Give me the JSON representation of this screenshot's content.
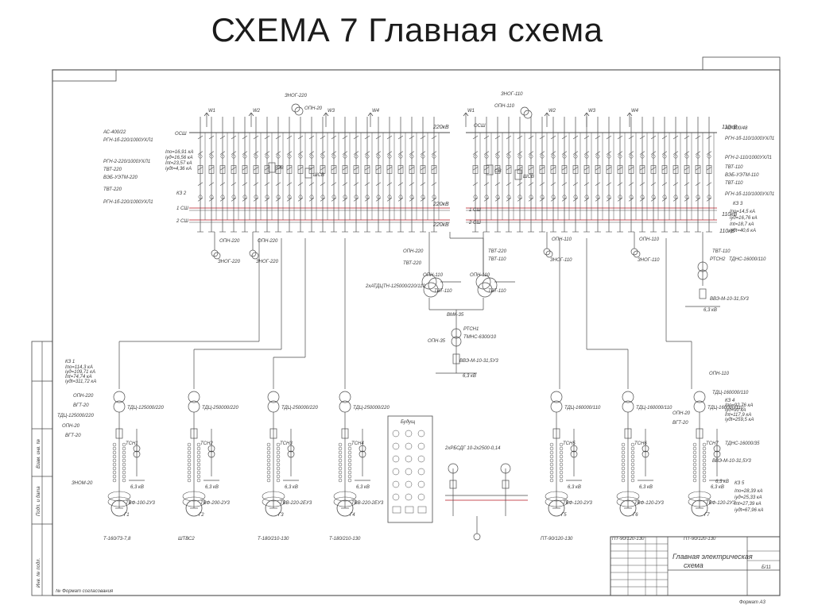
{
  "slide": {
    "title": "СХЕМА 7 Главная схема"
  },
  "colors": {
    "line": "#4a4a4a",
    "bus_red": "#c8505a",
    "bg": "#ffffff"
  },
  "left_switchyard": {
    "lines": [
      "W1",
      "W2",
      "W3",
      "W4"
    ],
    "bus_labels": [
      "220кВ",
      "220кВ",
      "220кВ"
    ],
    "section_labels": [
      "ОСШ",
      "1 СШ",
      "2 СШ"
    ],
    "side_labels": [
      "АС-400/22",
      "РГН-1б-220/1000УХЛ1",
      "РГН-2-220/1000УХЛ1",
      "ТВТ-220",
      "ВЭБ-УЭТМ-220",
      "ТВТ-220",
      "РГН-1б-220/1000УХЛ1"
    ],
    "kz": [
      "Iпо=16,91 кА",
      "iуд=16,56 кА",
      "Iпt=23,57 кА",
      "iудt=4,36 кА",
      "КЗ 2"
    ],
    "top_equipment": [
      "ЗНОГ-220",
      "ОПН-20"
    ],
    "breakers": [
      "ОВ",
      "ШСВ"
    ],
    "bottom_equipment": [
      "ОПН-220",
      "ОПН-220",
      "ЗНОГ-220",
      "ЗНОГ-220"
    ]
  },
  "right_switchyard": {
    "lines": [
      "W1",
      "W2",
      "W3",
      "W4"
    ],
    "bus_labels": [
      "110кВ",
      "110кВ",
      "110кВ"
    ],
    "section_labels": [
      "ОСШ",
      "1 СШ",
      "2 СШ"
    ],
    "side_labels": [
      "АС-300/48",
      "РГН-1б-110/1000УХЛ1",
      "РГН-2-110/1000УХЛ1",
      "ТВТ-110",
      "ВЭБ-УЭТМ-110",
      "ТВТ-110",
      "РГН-1б-110/1000УХЛ1"
    ],
    "kz": [
      "КЗ 3",
      "Iпо=14,5 кА",
      "iуд=16,76 кА",
      "Iпt=18,7 кА",
      "iудt=40,6 кА"
    ],
    "top_equipment": [
      "ЗНОГ-110",
      "ОПН-110"
    ],
    "breakers": [
      "ОВ",
      "ШСВ"
    ],
    "bottom_equipment": [
      "ОПН-110",
      "ОПН-110",
      "ЗНОГ-110",
      "ЗНОГ-110"
    ]
  },
  "autotransformers": {
    "labels": [
      "ОПН-220",
      "ТВТ-220",
      "ОПН-110",
      "ТВТ-220",
      "ТВТ-110",
      "ОПН-110",
      "ТВТ-110",
      "ТВТ-110"
    ],
    "at_label": "2хАТДЦТН-125000/220/110",
    "aux": [
      "ВМК-35",
      "РТСН1",
      "ТМНС-6300/10",
      "ОПН-35",
      "ВВЭ-М-10-31,5У3",
      "6,3 кВ"
    ]
  },
  "right_aux": {
    "labels": [
      "ТВТ-110",
      "РТСН2",
      "ТДНС-16000/110",
      "ВВЭ-М-10-31,5У3",
      "6,3 кВ"
    ]
  },
  "generators": [
    {
      "name": "Г1",
      "gen": "ТВФ-100-2У3",
      "unit": "ТДЦ-125000/220",
      "base": "Т-160/73-7,8",
      "tsn": "ТСН1"
    },
    {
      "name": "Г2",
      "gen": "ТВФ-200-2У3",
      "unit": "ТДЦ-250000/220",
      "base": "ШТВС2",
      "tsn": "ТСН2"
    },
    {
      "name": "Г3",
      "gen": "ТВВ-220-2ЕУ3",
      "unit": "ТДЦ-250000/220",
      "base": "Т-180/210-130",
      "tsn": "ТСН3"
    },
    {
      "name": "Г4",
      "gen": "ТВВ-220-2ЕУ3",
      "unit": "ТДЦ-250000/220",
      "base": "Т-180/210-130",
      "tsn": "ТСН4"
    },
    {
      "name": "Г5",
      "gen": "ТВФ-120-2У3",
      "unit": "ТДЦ-160000/110",
      "base": "ПТ-90/120-130",
      "tsn": "ТСН5"
    },
    {
      "name": "Г6",
      "gen": "ТВФ-120-2У3",
      "unit": "ТДЦ-160000/110",
      "base": "ПТ-90/120-130",
      "tsn": "ТСН6"
    },
    {
      "name": "Г7",
      "gen": "ТВФ-120-2У3",
      "unit": "ТДЦ-160000/110",
      "base": "ПТ-90/120-130",
      "tsn": "ТСН7"
    }
  ],
  "gen_left_labels": [
    "КЗ 1",
    "Iпо=114,3 кА",
    "iуд=109,71 кА",
    "Iпt=74,74 кА",
    "iудt=311,72 кА",
    "ОПН-220",
    "ВГТ-20",
    "ТДЦ-125000/220",
    "ОПН-20",
    "ВГТ-20",
    "ЗНОМ-20"
  ],
  "gen_misc_labels": [
    "6,3 кВ",
    "6,3 кВ",
    "6,3 кВ",
    "6,3 кВ",
    "6,3 кВ",
    "6,3 кВ",
    "ОПН-20",
    "ОПН-20",
    "ОПН-20"
  ],
  "right_gen_labels": [
    "ОПН-110",
    "ТДЦ-160000/110",
    "КЗ 4",
    "Iпо=92,76 кА",
    "iуд=90 кА",
    "Iпt=117,9 кА",
    "iудt=259,5 кА",
    "ОПН-20",
    "ВГТ-20",
    "ТДНС-16000/35",
    "ВВЭ-М-10-31,5У3",
    "6,3 кВ",
    "КЗ 5",
    "Iпо=28,39 кА",
    "iуд=25,33 кА",
    "Iпt=27,39 кА",
    "iудt=67,96 кА"
  ],
  "reactor": {
    "label": "2хРБСДГ 10-2х2500-0,14"
  },
  "legend": {
    "title": "Будущ"
  },
  "title_block": {
    "line1": "Главная электрическая",
    "line2": "схема",
    "sheet": "Б/11"
  },
  "side_strip": [
    "Инв. № подл.",
    "Подп. и дата",
    "Взам. инв. №"
  ],
  "footer": {
    "left": "№ Формат согласования",
    "right": "Формат   А3"
  }
}
